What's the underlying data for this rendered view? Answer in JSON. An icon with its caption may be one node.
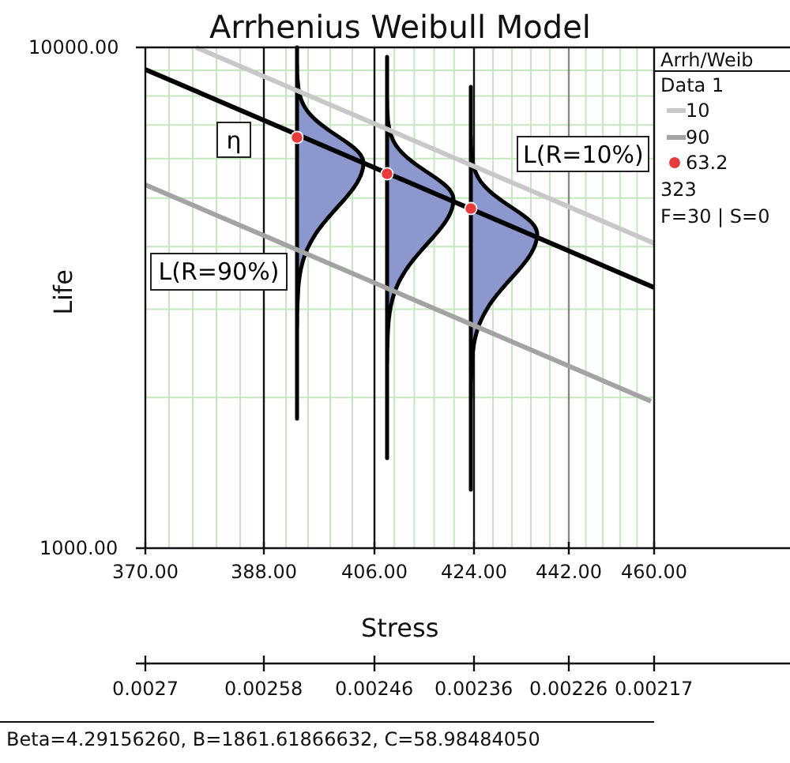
{
  "diagram": {
    "title": "Arrhenius Weibull Model",
    "nodes": [
      {
        "text": [
          "η"
        ]
      },
      {
        "text": [
          "L(R=10%)"
        ]
      },
      {
        "text": [
          "L(R=90%)"
        ]
      }
    ],
    "edges": [],
    "labels": [
      "10000.00",
      "Life",
      "1000.00",
      "370.00",
      "388.00",
      "406.00",
      "424.00",
      "442.00",
      "460.00",
      "Stress",
      "0.0027",
      "0.00258",
      "0.00246",
      "0.00236",
      "0.00226",
      "0.00217",
      "Beta=4.29156260, B=1861.61866632, C=58.98484050"
    ],
    "legend": [
      {
        "text": "Arrh/Weib"
      },
      {
        "text": "Data 1"
      },
      {
        "text": "10"
      },
      {
        "text": "90"
      },
      {
        "text": "63.2"
      },
      {
        "text": "323"
      },
      {
        "text": "F=30 | S=0"
      }
    ]
  }
}
